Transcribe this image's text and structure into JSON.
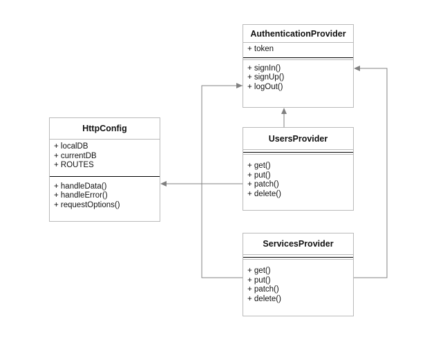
{
  "classes": {
    "auth": {
      "name": "AuthenticationProvider",
      "attributes": [
        "+ token"
      ],
      "methods": [
        "+ signIn()",
        "+ signUp()",
        "+ logOut()"
      ]
    },
    "users": {
      "name": "UsersProvider",
      "attributes": [],
      "methods": [
        "+ get()",
        "+ put()",
        "+ patch()",
        "+ delete()"
      ]
    },
    "services": {
      "name": "ServicesProvider",
      "attributes": [],
      "methods": [
        "+ get()",
        "+ put()",
        "+ patch()",
        "+ delete()"
      ]
    },
    "http": {
      "name": "HttpConfig",
      "attributes": [
        "+ localDB",
        "+ currentDB",
        "+ ROUTES"
      ],
      "methods": [
        "+ handleData()",
        "+ handleError()",
        "+ requestOptions()"
      ]
    }
  },
  "colors": {
    "border": "#b9b9b9",
    "line": "#808080"
  }
}
